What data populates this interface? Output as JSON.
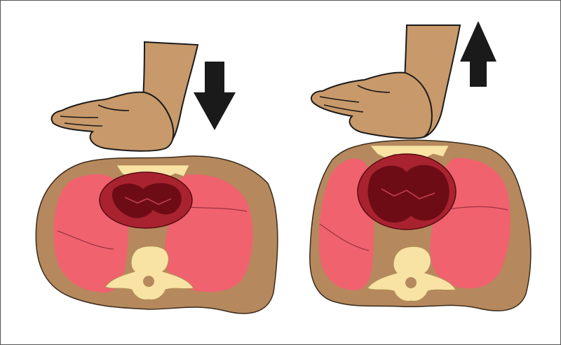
{
  "figure": {
    "panels": [
      {
        "id": "compression",
        "arrow_direction": "down"
      },
      {
        "id": "release",
        "arrow_direction": "up"
      }
    ],
    "colors": {
      "skin": "#c8996a",
      "torso": "#b5895d",
      "lung": "#f0626e",
      "heart_outer": "#a8232f",
      "heart_inner": "#6e0c16",
      "bone": "#f8e3a4",
      "outline": "#1a1a1a",
      "arrow": "#1a1a1a",
      "border": "#555555"
    }
  }
}
